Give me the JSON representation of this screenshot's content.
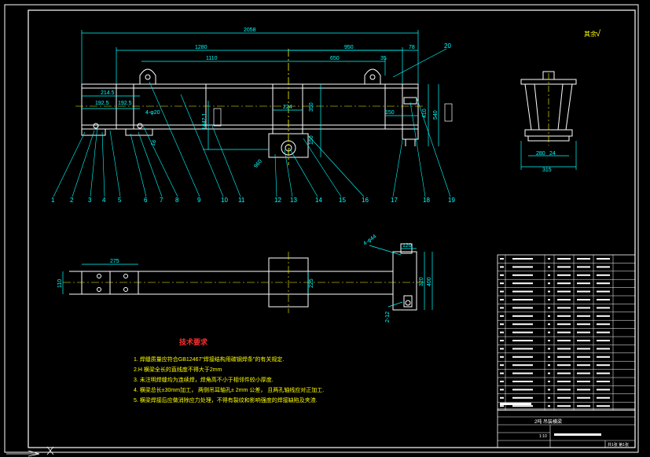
{
  "colors": {
    "background": "#000000",
    "border": "#ffffff",
    "part": "#ffffff",
    "dim": "#00ffff",
    "leader": "#00ffff",
    "center": "#ffff00",
    "note_text": "#ffff00",
    "note_title": "#ff3030",
    "table": "#ffffff"
  },
  "roughness": "√",
  "front_view": {
    "dims": {
      "overall": "2058",
      "d1280": "1280",
      "d1110": "1110",
      "d950": "950",
      "d650": "650",
      "d35": "35",
      "d78": "78",
      "d214": "214.5",
      "d192a": "192.5",
      "d192b": "192.5",
      "holes": "4-φ20",
      "d224": "224",
      "d350": "350",
      "d150v": "150",
      "d150h": "150",
      "d410": "410",
      "d540": "540",
      "d1442": "1442.1",
      "d16": "16",
      "d960": "960"
    },
    "balloons": [
      "1",
      "2",
      "3",
      "4",
      "5",
      "6",
      "7",
      "8",
      "9",
      "10",
      "11",
      "12",
      "13",
      "14",
      "15",
      "16",
      "17",
      "18",
      "19",
      "20"
    ]
  },
  "side_view": {
    "d315": "315",
    "d280": "280",
    "d24": "24"
  },
  "top_view": {
    "d275": "275",
    "d110": "110",
    "d120": "120",
    "d320": "320",
    "d400": "400",
    "d225": "225",
    "d2_12": "2-12",
    "d44": "4-φ44"
  },
  "notes": {
    "title": "技术要求",
    "items": [
      "1.  焊缝质量应符合GB12467\"焊接结构用碳钢焊条\"的有关规定.",
      "2.H 横梁全长的直线度不得大于2mm",
      "3.  未注明焊缝均为连续焊，焊角高不小于相邻件较小厚度.",
      "4.  横梁总长±30mm加工， 两侧吊耳轴孔± 2mm 公差， 且两孔轴线应对正加工.",
      "5.  横梁焊接后应做消除应力处理，不得有裂纹和影响强度的焊接缺陷及夹渣."
    ]
  },
  "title_block": {
    "drawing_name": "2吨 吊装横梁",
    "scale": "1:10",
    "sheet": "共1张 第1张"
  }
}
